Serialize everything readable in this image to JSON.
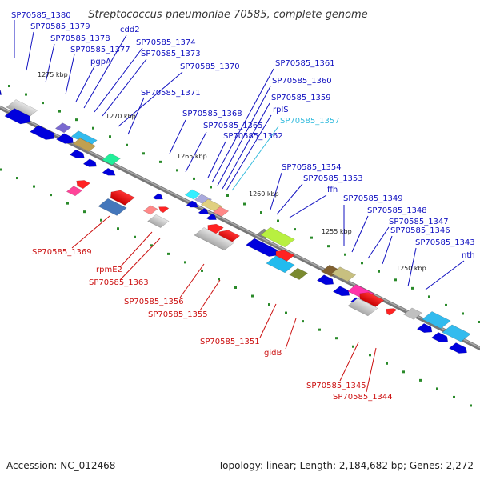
{
  "title": "Streptococcus pneumoniae 70585, complete genome",
  "footer": {
    "accession": "Accession: NC_012468",
    "summary": "Topology: linear; Length: 2,184,682 bp; Genes: 2,272"
  },
  "colors": {
    "forward_label": "#1010c0",
    "reverse_label": "#cc1111",
    "highlight_label": "#33bbdd",
    "backbone": "#888888",
    "tick_dot": "#228822"
  },
  "scale_ticks": [
    "1275 kbp",
    "1270 kbp",
    "1265 kbp",
    "1260 kbp",
    "1255 kbp",
    "1250 kbp"
  ],
  "forward_labels": [
    {
      "text": "SP70585_1380"
    },
    {
      "text": "SP70585_1379"
    },
    {
      "text": "SP70585_1378"
    },
    {
      "text": "SP70585_1377"
    },
    {
      "text": "pgpA"
    },
    {
      "text": "cdd2"
    },
    {
      "text": "SP70585_1374"
    },
    {
      "text": "SP70585_1373"
    },
    {
      "text": "SP70585_1370"
    },
    {
      "text": "SP70585_1371"
    },
    {
      "text": "SP70585_1368"
    },
    {
      "text": "SP70585_1365"
    },
    {
      "text": "SP70585_1362"
    },
    {
      "text": "SP70585_1361"
    },
    {
      "text": "SP70585_1360"
    },
    {
      "text": "SP70585_1359"
    },
    {
      "text": "rplS"
    },
    {
      "text": "SP70585_1357",
      "highlight": true
    },
    {
      "text": "SP70585_1354"
    },
    {
      "text": "SP70585_1353"
    },
    {
      "text": "ffh"
    },
    {
      "text": "SP70585_1349"
    },
    {
      "text": "SP70585_1348"
    },
    {
      "text": "SP70585_1347"
    },
    {
      "text": "SP70585_1346"
    },
    {
      "text": "SP70585_1343"
    },
    {
      "text": "nth"
    }
  ],
  "reverse_labels": [
    {
      "text": "SP70585_1369"
    },
    {
      "text": "rpmE2"
    },
    {
      "text": "SP70585_1363"
    },
    {
      "text": "SP70585_1356"
    },
    {
      "text": "SP70585_1355"
    },
    {
      "text": "SP70585_1351"
    },
    {
      "text": "gidB"
    },
    {
      "text": "SP70585_1345"
    },
    {
      "text": "SP70585_1344"
    }
  ]
}
